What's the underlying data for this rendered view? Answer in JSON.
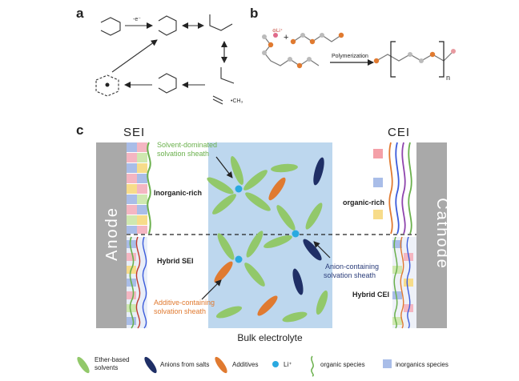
{
  "panels": {
    "a": "a",
    "b": "b",
    "c": "c"
  },
  "panel_a": {
    "arrow_label": "-e⁻",
    "ch3_label": "•CH₃"
  },
  "panel_b": {
    "plus": "+",
    "reaction_label": "Polymerization",
    "subscript": "n",
    "li_label": "⊖Li⁺"
  },
  "panel_c": {
    "sei_title": "SEI",
    "cei_title": "CEI",
    "anode": "Anode",
    "cathode": "Cathode",
    "solvent_sheath_line1": "Solvent-dominated",
    "solvent_sheath_line2": "solvation sheath",
    "inorganic_rich": "Inorganic-rich",
    "organic_rich": "organic-rich",
    "hybrid_sei": "Hybrid SEI",
    "hybrid_cei": "Hybrid CEI",
    "anion_sheath_line1": "Anion-containing",
    "anion_sheath_line2": "solvation sheath",
    "additive_sheath_line1": "Additive-containing",
    "additive_sheath_line2": "solvation sheath",
    "bulk": "Bulk electrolyte"
  },
  "legend": {
    "ether_line1": "Ether-based",
    "ether_line2": "solvents",
    "anions": "Anions from salts",
    "additives": "Additives",
    "li": "Li⁺",
    "organic": "organic species",
    "inorganic": "inorganics species"
  },
  "colors": {
    "electrode": "#a9a9a9",
    "bulk": "#bdd7ee",
    "solvent": "#92c86a",
    "anion": "#1f2f66",
    "additive": "#e07a30",
    "li": "#2aa9e0",
    "green_text": "#6ab04c",
    "navy_text": "#2b3d7a",
    "orange_text": "#e07a30",
    "inorganic_square": "#a9bde8"
  }
}
